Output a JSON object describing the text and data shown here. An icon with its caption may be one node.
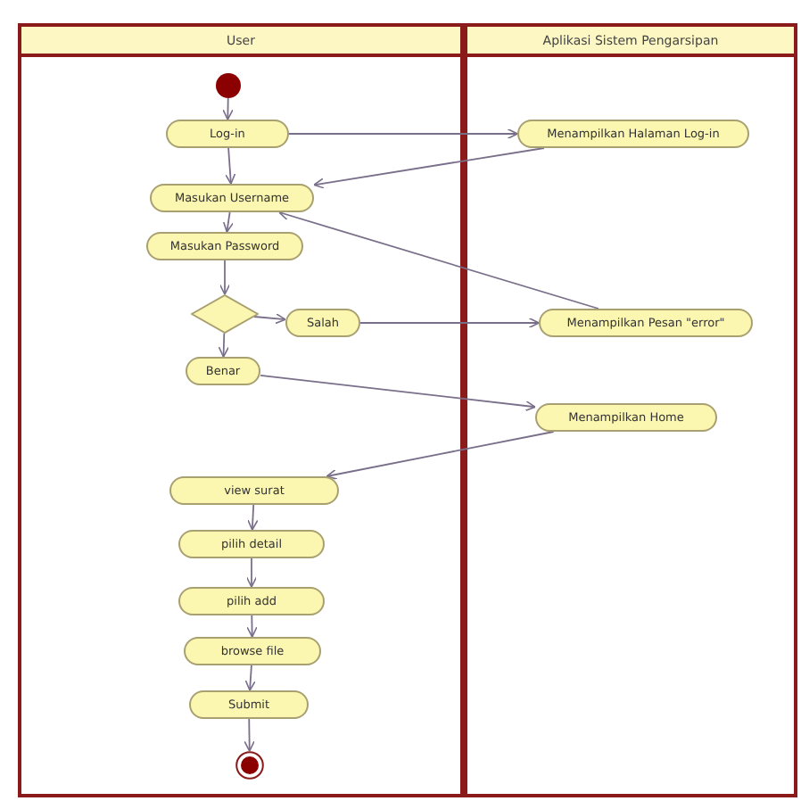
{
  "diagram": {
    "nodes": [
      {
        "text": [
          "User"
        ]
      },
      {
        "text": [
          "Aplikasi Sistem Pengarsipan"
        ]
      },
      {
        "text": [],
        "shape": "circle",
        "in": 0
      },
      {
        "text": [
          "Log-in"
        ],
        "in": 0
      },
      {
        "text": [
          "Masukan Username"
        ],
        "in": 0
      },
      {
        "text": [
          "Masukan Password"
        ],
        "in": 0
      },
      {
        "text": [],
        "shape": "diamond",
        "in": 0
      },
      {
        "text": [
          "Salah"
        ],
        "in": 0
      },
      {
        "text": [
          "Benar"
        ],
        "in": 0
      },
      {
        "text": [
          "Menampilkan Halaman Log-in"
        ],
        "in": 1
      },
      {
        "text": [
          "Menampilkan Pesan \"error\""
        ],
        "in": 1
      },
      {
        "text": [
          "Menampilkan Home"
        ],
        "in": 1
      },
      {
        "text": [
          "view surat"
        ],
        "in": 0
      },
      {
        "text": [
          "pilih detail"
        ],
        "in": 0
      },
      {
        "text": [
          "pilih add"
        ],
        "in": 0
      },
      {
        "text": [
          "browse file"
        ],
        "in": 0
      },
      {
        "text": [
          "Submit"
        ],
        "in": 0
      },
      {
        "text": [],
        "shape": "circle",
        "in": 0
      }
    ],
    "edges": [
      {
        "from": 2,
        "to": 3,
        "arrow": "to"
      },
      {
        "from": 3,
        "to": 9,
        "arrow": "to"
      },
      {
        "from": 9,
        "to": 4,
        "arrow": "to"
      },
      {
        "from": 3,
        "to": 4,
        "arrow": "to"
      },
      {
        "from": 4,
        "to": 5,
        "arrow": "to"
      },
      {
        "from": 10,
        "to": 4,
        "arrow": "to"
      },
      {
        "from": 5,
        "to": 6,
        "arrow": "to"
      },
      {
        "from": 6,
        "to": 7,
        "arrow": "to"
      },
      {
        "from": 6,
        "to": 8,
        "arrow": "to"
      },
      {
        "from": 7,
        "to": 10,
        "arrow": "to"
      },
      {
        "from": 8,
        "to": 11,
        "arrow": "to"
      },
      {
        "from": 11,
        "to": 12,
        "arrow": "to"
      },
      {
        "from": 12,
        "to": 13,
        "arrow": "to"
      },
      {
        "from": 13,
        "to": 14,
        "arrow": "to"
      },
      {
        "from": 14,
        "to": 15,
        "arrow": "to"
      },
      {
        "from": 15,
        "to": 16,
        "arrow": "to"
      },
      {
        "from": 16,
        "to": 17,
        "arrow": "to"
      }
    ]
  }
}
